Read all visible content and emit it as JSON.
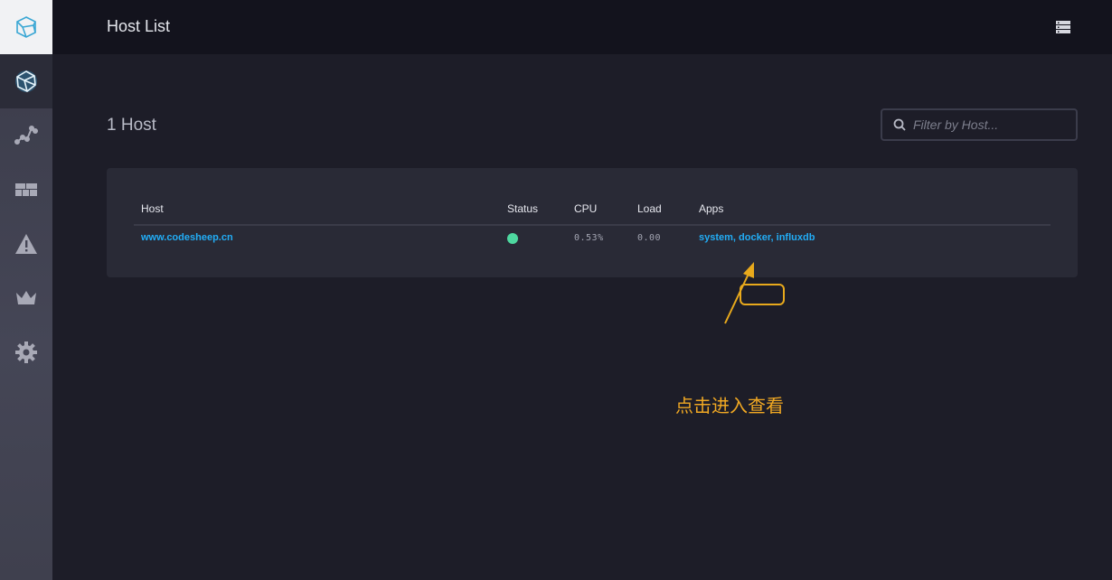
{
  "header": {
    "title": "Host List"
  },
  "sidebar": {
    "items": [
      {
        "name": "logo",
        "icon": "logo-icon"
      },
      {
        "name": "hosts",
        "icon": "hosts-icon",
        "active": true
      },
      {
        "name": "data-explorer",
        "icon": "graph-icon"
      },
      {
        "name": "dashboards",
        "icon": "dashboard-icon"
      },
      {
        "name": "alerts",
        "icon": "alert-icon"
      },
      {
        "name": "admin",
        "icon": "crown-icon"
      },
      {
        "name": "configuration",
        "icon": "gear-icon"
      }
    ]
  },
  "main": {
    "count_label": "1 Host",
    "filter": {
      "placeholder": "Filter by Host..."
    },
    "table": {
      "columns": [
        "Host",
        "Status",
        "CPU",
        "Load",
        "Apps"
      ],
      "rows": [
        {
          "host": "www.codesheep.cn",
          "status": "online",
          "cpu": "0.53%",
          "load": "0.00",
          "apps": [
            "system",
            "docker",
            "influxdb"
          ]
        }
      ]
    }
  },
  "annotation": {
    "text": "点击进入查看",
    "color": "#f0a823"
  },
  "colors": {
    "accent": "#22adf6",
    "status_ok": "#4ed8a0",
    "annotation": "#e8a91c"
  }
}
